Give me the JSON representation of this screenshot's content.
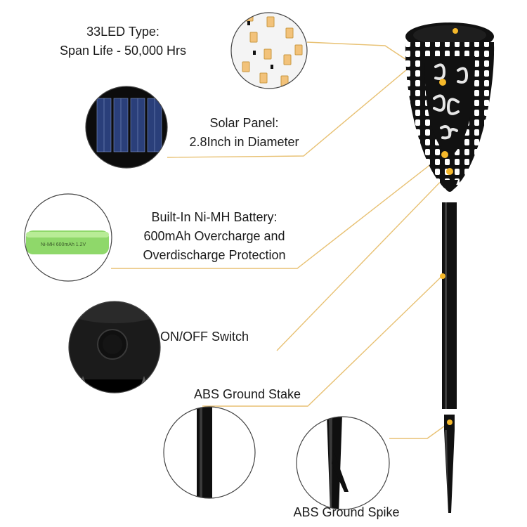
{
  "features": [
    {
      "id": "led",
      "lines": [
        "33LED Type:",
        "Span Life - 50,000 Hrs"
      ]
    },
    {
      "id": "solar",
      "lines": [
        "Solar Panel:",
        "2.8Inch in Diameter"
      ]
    },
    {
      "id": "battery",
      "lines": [
        "Built-In Ni-MH Battery:",
        "600mAh Overcharge and",
        "Overdischarge Protection"
      ]
    },
    {
      "id": "switch",
      "lines": [
        "ON/OFF Switch"
      ]
    },
    {
      "id": "stake",
      "lines": [
        "ABS Ground Stake"
      ]
    },
    {
      "id": "spike",
      "lines": [
        "ABS Ground Spike"
      ]
    }
  ],
  "battery_print": "Ni-MH 600mAh 1.2V",
  "colors": {
    "leader_line": "#e8c173",
    "marker_dot": "#f5b82a",
    "product_black": "#111111",
    "battery_green": "#8fd86a",
    "solar_blue": "#2a3f7a",
    "circle_border": "#444444"
  }
}
